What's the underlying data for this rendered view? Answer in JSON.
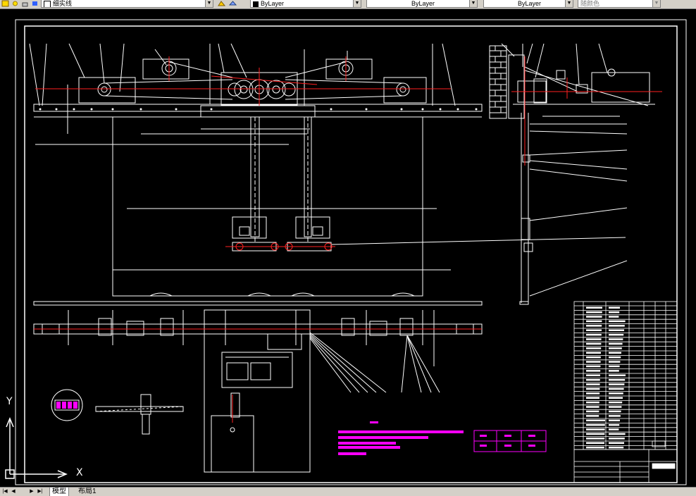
{
  "toolbar": {
    "layer_name": "细实线",
    "color_combo": "ByLayer",
    "linetype_combo": "ByLayer",
    "lineweight_combo": "ByLayer",
    "plotstyle_combo": "随颜色"
  },
  "tabs": {
    "model": "模型",
    "layout1": "布局1"
  },
  "ucs": {
    "x_label": "X",
    "y_label": "Y"
  },
  "colors": {
    "background": "#000000",
    "line": "#ffffff",
    "centerline": "#ff2020",
    "highlight": "#ff00ff"
  }
}
